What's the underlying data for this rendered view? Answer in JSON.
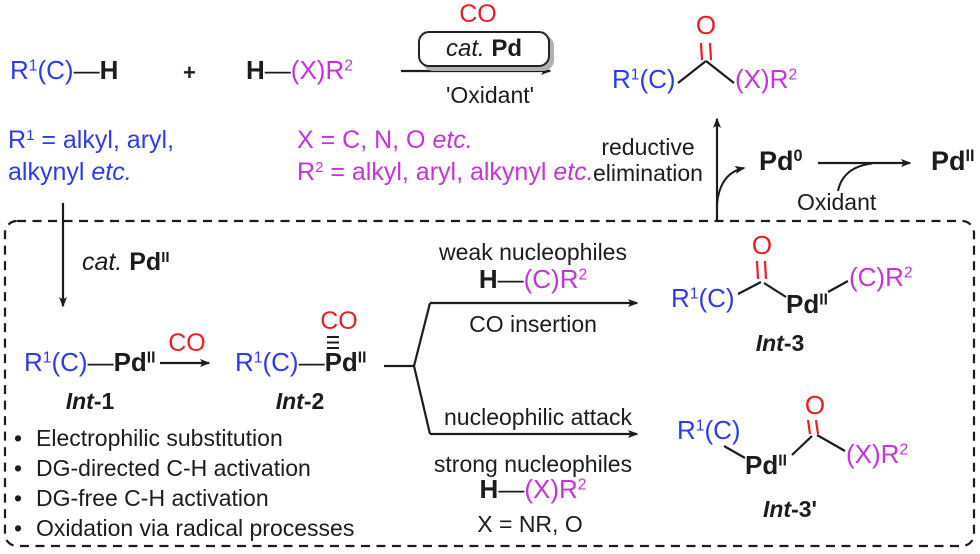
{
  "colors": {
    "blue": "#2b3cf0",
    "magenta": "#c632dc",
    "red": "#ee1c23",
    "black": "#1c1c1c"
  },
  "top_row": {
    "r1ch": {
      "r": "R",
      "r_sup": "1",
      "c": "(C)",
      "bond": "—",
      "h": "H"
    },
    "plus": "+",
    "hxr2": {
      "h": "H",
      "bond": "—",
      "x": "(X)R",
      "x_sup": "2"
    },
    "conditions": {
      "co": "CO",
      "cat": "cat.",
      "pd": "Pd",
      "oxidant": "'Oxidant'"
    },
    "product": {
      "o": "O",
      "r": "R",
      "r_sup": "1",
      "c": "(C)",
      "x": "(X)R",
      "x_sup": "2"
    }
  },
  "legend": {
    "r1_def_1": {
      "r": "R",
      "sup": "1",
      "rest": " = alkyl, aryl,"
    },
    "r1_def_2": {
      "text": "alkynyl ",
      "etc": "etc."
    },
    "x_def": {
      "text": "X = C, N, O ",
      "etc": "etc."
    },
    "r2_def": {
      "r": "R",
      "sup": "2",
      "rest": " = alkyl, aryl, alkynyl ",
      "etc": "etc."
    }
  },
  "redox": {
    "reductive_1": "reductive",
    "reductive_2": "elimination",
    "pd0": {
      "pd": "Pd",
      "sup": "0"
    },
    "pd2": {
      "pd": "Pd",
      "sup": "II"
    },
    "oxidant": "Oxidant"
  },
  "mechanism": {
    "cat_pd": {
      "cat": "cat. ",
      "pd": "Pd",
      "sup": "II"
    },
    "int1": {
      "r": "R",
      "r_sup": "1",
      "c": "(C)",
      "bond": "—",
      "pd": "Pd",
      "pd_sup": "II"
    },
    "int1_label": {
      "int": "Int",
      "num": "-1"
    },
    "co_step": "CO",
    "int2": {
      "r": "R",
      "r_sup": "1",
      "c": "(C)",
      "bond": "—",
      "pd": "Pd",
      "pd_sup": "II",
      "co": "CO"
    },
    "int2_label": {
      "int": "Int",
      "num": "-2"
    },
    "upper_path": {
      "title": "weak nucleophiles",
      "h": "H",
      "bond": "—",
      "nu": "(C)R",
      "nu_sup": "2",
      "caption": "CO insertion"
    },
    "lower_path": {
      "title": "nucleophilic attack",
      "subtitle": "strong nucleophiles",
      "h": "H",
      "bond": "—",
      "nu": "(X)R",
      "nu_sup": "2",
      "x_def": "X = NR, O"
    },
    "int3": {
      "o": "O",
      "r": "R",
      "r_sup": "1",
      "c": "(C)",
      "pd": "Pd",
      "pd_sup": "II",
      "nu": "(C)R",
      "nu_sup": "2"
    },
    "int3_label": {
      "int": "Int",
      "num": "-3"
    },
    "int3p": {
      "o": "O",
      "r": "R",
      "r_sup": "1",
      "c": "(C)",
      "pd": "Pd",
      "pd_sup": "II",
      "nu": "(X)R",
      "nu_sup": "2"
    },
    "int3p_label": {
      "int": "Int",
      "num": "-3'"
    },
    "bullet_char": "•",
    "bullets": [
      "Electrophilic substitution",
      "DG-directed C-H activation",
      "DG-free C-H activation",
      "Oxidation via radical processes"
    ]
  }
}
